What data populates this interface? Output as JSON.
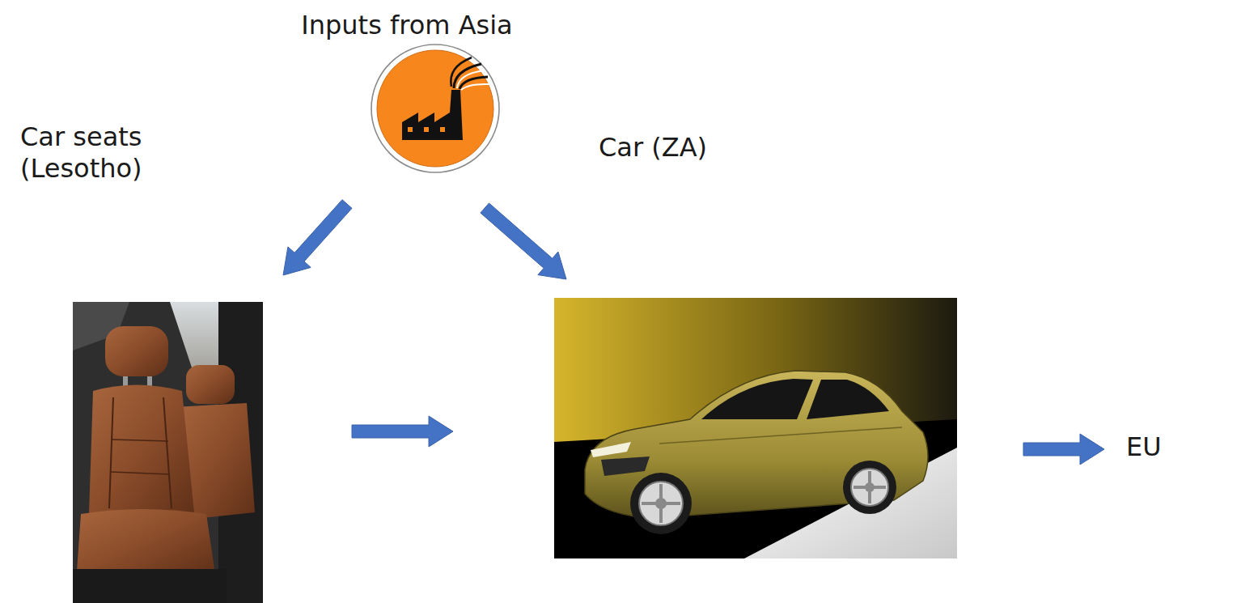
{
  "diagram": {
    "nodes": [
      {
        "text": [
          "Inputs from Asia"
        ]
      },
      {
        "text": [
          "Car seats (Lesotho)"
        ]
      },
      {
        "text": [
          "Car (ZA)"
        ]
      },
      {
        "text": [
          "EU"
        ]
      }
    ],
    "edges": [
      {
        "from": 0,
        "to": 1,
        "arrow": "to"
      },
      {
        "from": 0,
        "to": 2,
        "arrow": "to"
      },
      {
        "from": 1,
        "to": 2,
        "arrow": "to"
      },
      {
        "from": 2,
        "to": 3,
        "arrow": "to"
      }
    ]
  }
}
